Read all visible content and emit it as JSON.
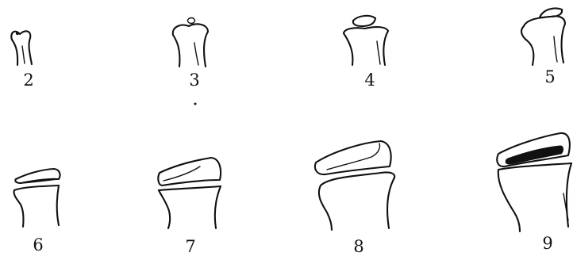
{
  "figure": {
    "stages": [
      {
        "label": "2"
      },
      {
        "label": "3"
      },
      {
        "label": "4"
      },
      {
        "label": "5"
      },
      {
        "label": "6"
      },
      {
        "label": "7"
      },
      {
        "label": "8"
      },
      {
        "label": "9"
      }
    ]
  }
}
